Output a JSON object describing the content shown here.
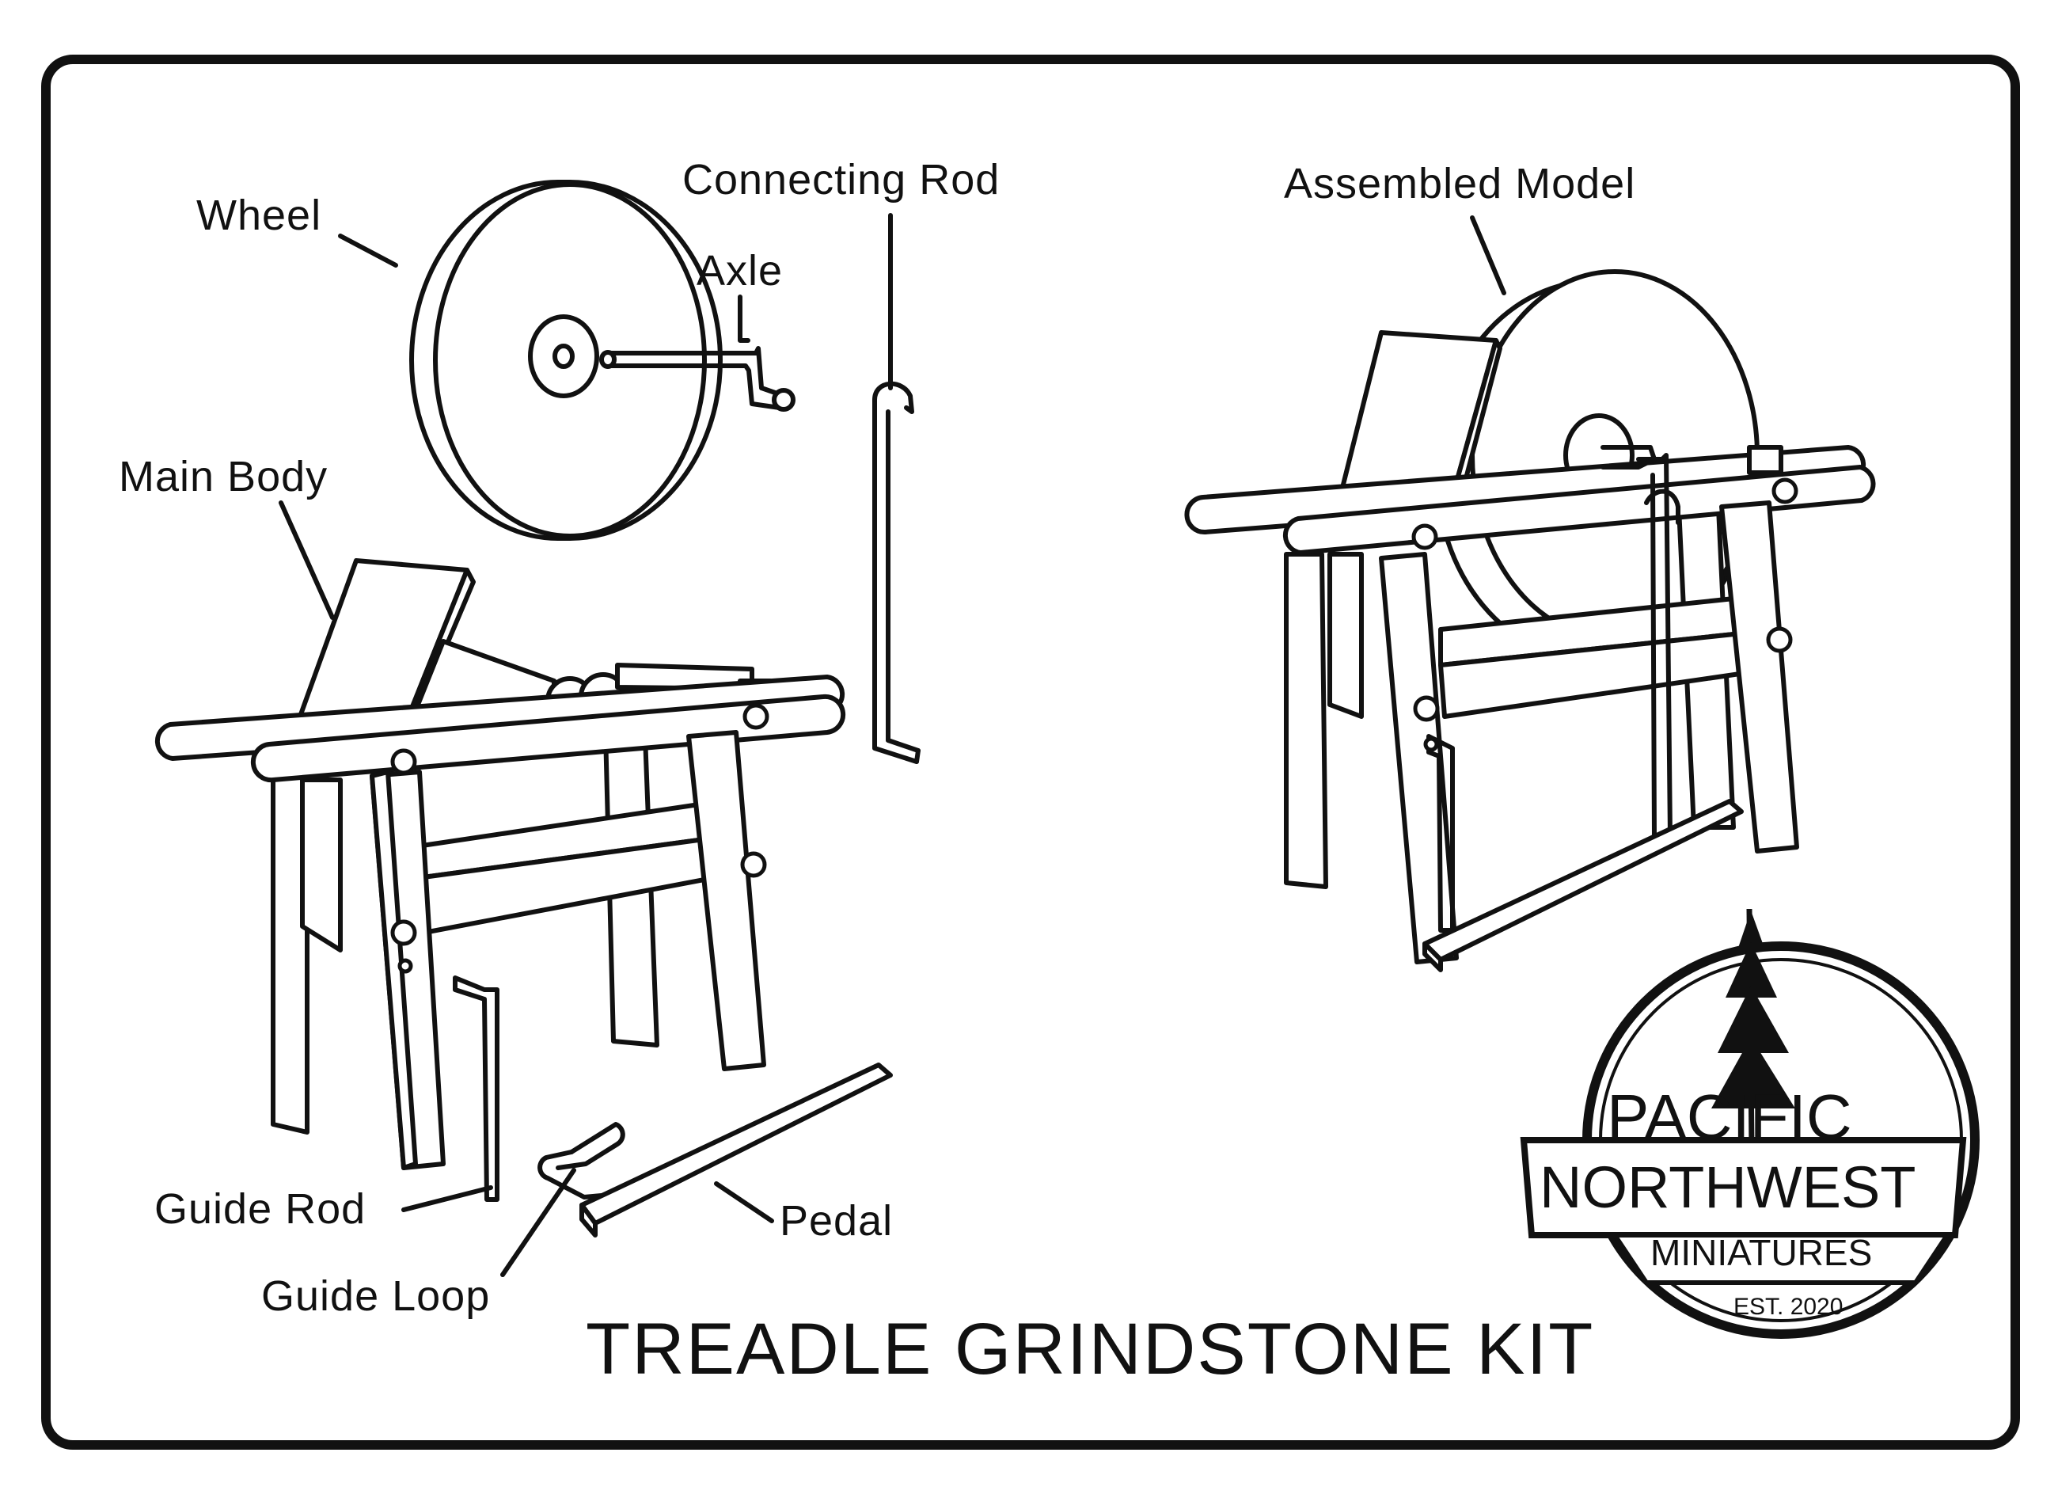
{
  "diagram": {
    "title": "TREADLE GRINDSTONE KIT",
    "labels": {
      "wheel": "Wheel",
      "axle": "Axle",
      "connecting_rod": "Connecting Rod",
      "main_body": "Main Body",
      "guide_rod": "Guide Rod",
      "guide_loop": "Guide Loop",
      "pedal": "Pedal",
      "assembled_model": "Assembled Model"
    }
  },
  "logo": {
    "line1": "PACIFIC",
    "line2": "NORTHWEST",
    "line3": "MINIATURES",
    "established": "EST. 2020"
  }
}
